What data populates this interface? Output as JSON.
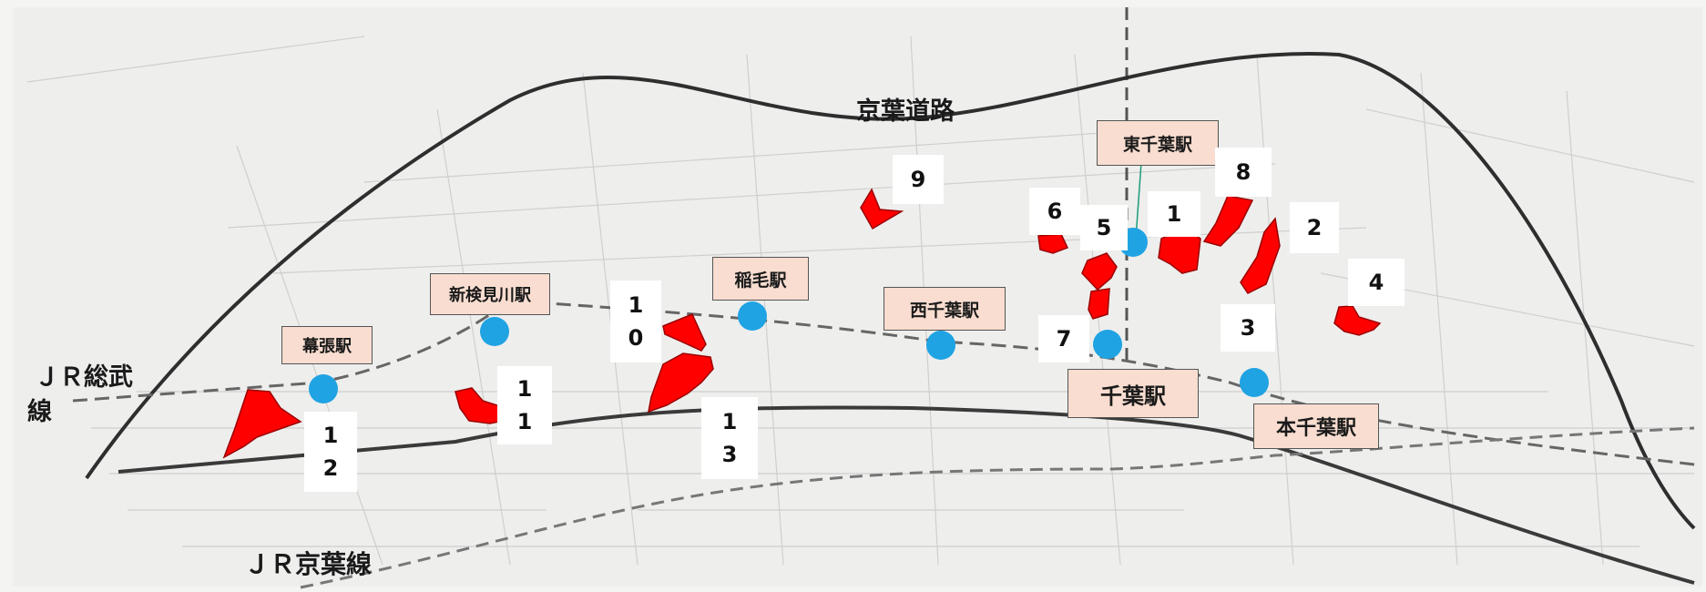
{
  "map": {
    "labels": {
      "keiyo_road": "京葉道路",
      "jr_sobu_line_1": "ＪＲ総武",
      "jr_sobu_line_2": "線",
      "jr_keiyo_line": "ＪＲ京葉線"
    },
    "stations": {
      "makuhari": "幕張駅",
      "shinkemigawa": "新検見川駅",
      "inage": "稲毛駅",
      "nishichiba": "西千葉駅",
      "higashichiba": "東千葉駅",
      "chiba": "千葉駅",
      "honchiba": "本千葉駅"
    },
    "numbers": {
      "n1": "1",
      "n2": "2",
      "n3": "3",
      "n4": "4",
      "n5": "5",
      "n6": "6",
      "n7": "7",
      "n8": "8",
      "n9": "9",
      "n10": [
        "1",
        "0"
      ],
      "n11": [
        "1",
        "1"
      ],
      "n12": [
        "1",
        "2"
      ],
      "n13": [
        "1",
        "3"
      ]
    },
    "colors": {
      "area_fill": "#ff0000",
      "station_dot": "#1fa3e3",
      "station_label_bg": "#f8ddd0"
    }
  }
}
